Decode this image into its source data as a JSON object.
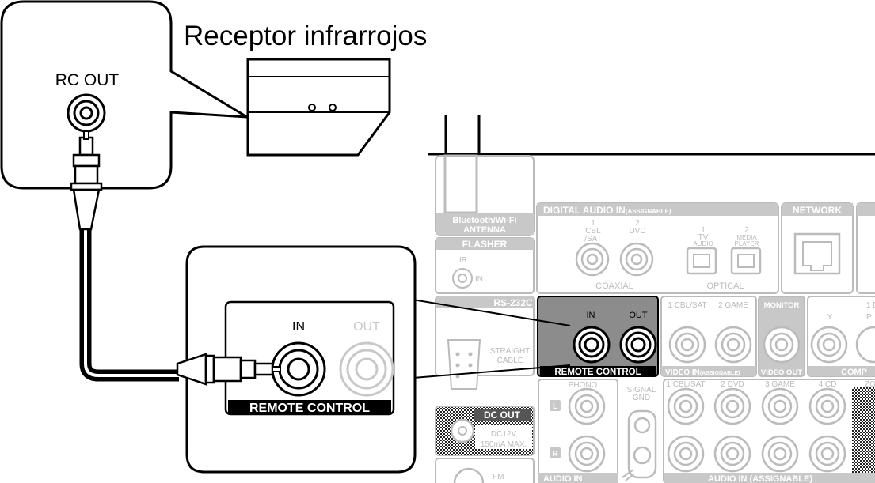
{
  "title": "Receptor infrarrojos",
  "callout_left": {
    "label": "RC OUT"
  },
  "ir_receiver": {
    "name": "Receptor infrarrojos"
  },
  "zoom_box": {
    "in_label": "IN",
    "out_label": "OUT",
    "band_label": "REMOTE CONTROL"
  },
  "panel": {
    "bt_antenna": "Bluetooth/Wi-Fi",
    "antenna": "ANTENNA",
    "flasher": "FLASHER",
    "ir": "IR",
    "in": "IN",
    "digital_audio_in": "DIGITAL AUDIO IN",
    "assignable": "(ASSIGNABLE)",
    "cbl_num": "1",
    "cbl": "CBL",
    "sat": "/SAT",
    "dvd_num": "2",
    "dvd": "DVD",
    "tv_num": "1",
    "tv": "TV",
    "tv_audio": "AUDIO",
    "media_num": "2",
    "media": "MEDIA",
    "player": "PLAYER",
    "coaxial": "COAXIAL",
    "optical": "OPTICAL",
    "network": "NETWORK",
    "rs232c": "RS-232C",
    "straight": "STRAIGHT",
    "cable": "CABLE",
    "rc_in": "IN",
    "rc_out": "OUT",
    "remote_control": "REMOTE CONTROL",
    "cbl_sat_1": "1 CBL/SAT",
    "game_2": "2 GAME",
    "monitor": "MONITOR",
    "y": "Y",
    "one_d": "1 D",
    "pr": "P",
    "video_in": "VIDEO IN",
    "video_in_assign": "(ASSIGNABLE)",
    "video_out": "VIDEO OUT",
    "comp": "COMP",
    "phono": "PHONO",
    "signal": "SIGNAL",
    "gnd": "GND",
    "ai_cbl": "1 CBL/SAT",
    "ai_dvd": "2 DVD",
    "ai_game": "3 GAME",
    "ai_cd": "4 CD",
    "zo": "ZO",
    "l": "L",
    "r": "R",
    "dc_out": "DC OUT",
    "dc12v": "DC12V",
    "ma": "150mA MAX.",
    "fm": "FM",
    "audio_in": "AUDIO IN",
    "audio_in_assign": "AUDIO IN (ASSIGNABLE)"
  }
}
